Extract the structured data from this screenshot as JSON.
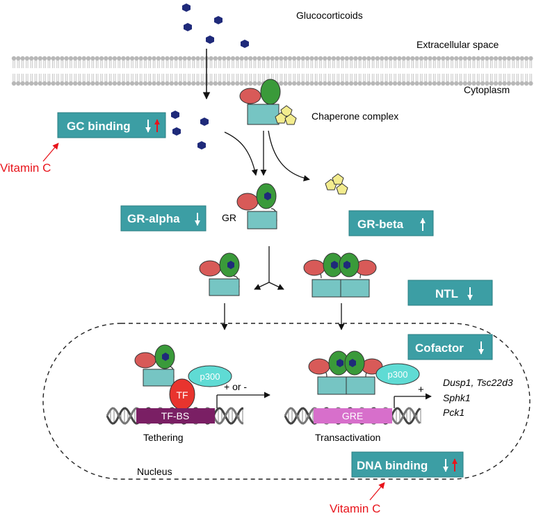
{
  "labels": {
    "glucocorticoids": "Glucocorticoids",
    "extracellular": "Extracellular space",
    "cytoplasm": "Cytoplasm",
    "chaperone": "Chaperone complex",
    "gr": "GR",
    "nucleus": "Nucleus",
    "tethering": "Tethering",
    "transactivation": "Transactivation",
    "tf": "TF",
    "tf_bs": "TF-BS",
    "gre": "GRE",
    "p300_left": "p300",
    "p300_right": "p300",
    "plus_or_minus": "+ or -",
    "plus": "+",
    "gene1": "Dusp1, Tsc22d3",
    "gene2": "Sphk1",
    "gene3": "Pck1"
  },
  "boxes": {
    "gc_binding": "GC binding",
    "gr_alpha": "GR-alpha",
    "gr_beta": "GR-beta",
    "ntl": "NTL",
    "cofactor": "Cofactor",
    "dna_binding": "DNA binding"
  },
  "vitamin": {
    "top": "Vitamin C",
    "bottom": "Vitamin C"
  },
  "colors": {
    "teal_box": "#3c9ea4",
    "protein_teal": "#76c5c3",
    "green": "#3a9a3a",
    "red_protein": "#d85a58",
    "navy": "#1f2a7a",
    "yellow": "#f3ec8e",
    "p300": "#5fdbd4",
    "tf_red": "#e8342e",
    "tfbs": "#7a1f64",
    "gre": "#d76fcb",
    "vitamin_red": "#e8141b"
  }
}
